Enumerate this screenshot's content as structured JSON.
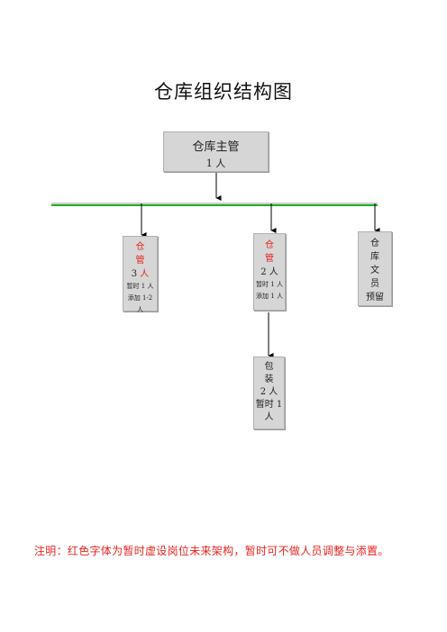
{
  "title": "仓库组织结构图",
  "manager": {
    "line1": "仓库主管",
    "line2": "1 人"
  },
  "keeper_a": {
    "l1": "仓",
    "l2": "管",
    "l3a": "3",
    "l3b": "人",
    "l4": "暂时 1 人",
    "l5": "添加 1-2",
    "l6": "人"
  },
  "keeper_b": {
    "l1": "仓",
    "l2": "管",
    "l3": "2 人",
    "l4": "暂时 1 人",
    "l5": "添加 1 人"
  },
  "clerk": {
    "l1": "仓",
    "l2": "库",
    "l3": "文",
    "l4": "员",
    "l5": "预留"
  },
  "packing": {
    "l1": "包",
    "l2": "装",
    "l3": "2 人",
    "l4": "暂时 1",
    "l5": "人"
  },
  "note": "注明：红色字体为暂时虚设岗位未来架构，暂时可不做人员调整与添置。",
  "colors": {
    "red_text": "#e8251f",
    "box_fill": "#d6d6d6",
    "bus_green": "#22b022"
  }
}
